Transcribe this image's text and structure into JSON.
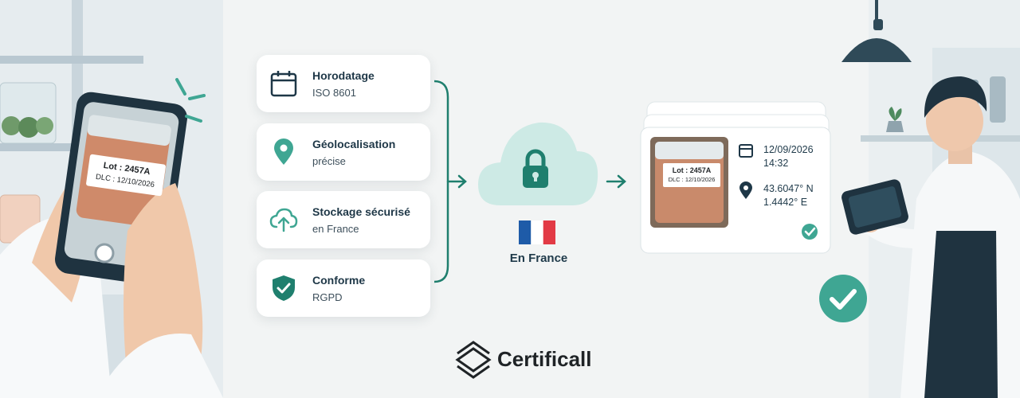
{
  "features": [
    {
      "title": "Horodatage",
      "subtitle": "ISO 8601",
      "icon": "calendar-icon"
    },
    {
      "title": "Géolocalisation",
      "subtitle": "précise",
      "icon": "location-pin-icon"
    },
    {
      "title": "Stockage sécurisé",
      "subtitle": "en France",
      "icon": "cloud-upload-icon"
    },
    {
      "title": "Conforme",
      "subtitle": "RGPD",
      "icon": "shield-check-icon"
    }
  ],
  "cloud": {
    "label": "En France",
    "icon": "padlock-icon"
  },
  "phone_label": {
    "lot": "Lot : 2457A",
    "dlc": "DLC : 12/10/2026"
  },
  "result": {
    "date": "12/09/2026",
    "time": "14:32",
    "lat": "43.6047° N",
    "lon": "1.4442° E",
    "photo_lot": "Lot : 2457A",
    "photo_dlc": "DLC : 12/10/2026"
  },
  "brand": {
    "name": "Certificall"
  },
  "colors": {
    "accent": "#1f7f6e",
    "mint": "#cdeae5",
    "navy": "#1e3747"
  }
}
